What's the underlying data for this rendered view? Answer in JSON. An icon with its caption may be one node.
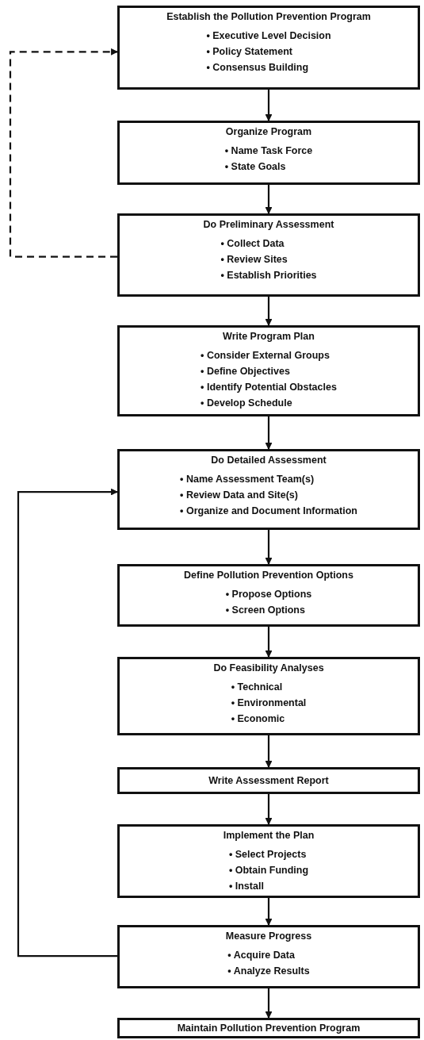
{
  "diagram": {
    "nodes": [
      {
        "text": [
          "Establish the Pollution Prevention Program",
          "• Executive Level Decision",
          "• Policy Statement",
          "• Consensus Building"
        ]
      },
      {
        "text": [
          "Organize Program",
          "• Name Task Force",
          "• State Goals"
        ]
      },
      {
        "text": [
          "Do Preliminary Assessment",
          "• Collect Data",
          "• Review Sites",
          "• Establish Priorities"
        ]
      },
      {
        "text": [
          "Write Program Plan",
          "• Consider External Groups",
          "• Define Objectives",
          "• Identify Potential Obstacles",
          "• Develop Schedule"
        ]
      },
      {
        "text": [
          "Do Detailed Assessment",
          "• Name Assessment Team(s)",
          "• Review Data and Site(s)",
          "• Organize and Document Information"
        ]
      },
      {
        "text": [
          "Define Pollution Prevention Options",
          "• Propose Options",
          "• Screen Options"
        ]
      },
      {
        "text": [
          "Do Feasibility Analyses",
          "• Technical",
          "• Environmental",
          "• Economic"
        ]
      },
      {
        "text": [
          "Write Assessment Report"
        ]
      },
      {
        "text": [
          "Implement the Plan",
          "• Select Projects",
          "• Obtain Funding",
          "• Install"
        ]
      },
      {
        "text": [
          "Measure Progress",
          "• Acquire Data",
          "• Analyze Results"
        ]
      },
      {
        "text": [
          "Maintain Pollution Prevention Program"
        ]
      }
    ],
    "edges": [
      {
        "from": 0,
        "to": 1,
        "arrow": "to"
      },
      {
        "from": 1,
        "to": 2,
        "arrow": "to"
      },
      {
        "from": 2,
        "to": 3,
        "arrow": "to"
      },
      {
        "from": 3,
        "to": 4,
        "arrow": "to"
      },
      {
        "from": 4,
        "to": 5,
        "arrow": "to"
      },
      {
        "from": 5,
        "to": 6,
        "arrow": "to"
      },
      {
        "from": 6,
        "to": 7,
        "arrow": "to"
      },
      {
        "from": 7,
        "to": 8,
        "arrow": "to"
      },
      {
        "from": 8,
        "to": 9,
        "arrow": "to"
      },
      {
        "from": 9,
        "to": 10,
        "arrow": "to"
      },
      {
        "from": 2,
        "to": 0,
        "arrow": "to",
        "style": "dashed"
      },
      {
        "from": 9,
        "to": 4,
        "arrow": "to"
      }
    ]
  }
}
